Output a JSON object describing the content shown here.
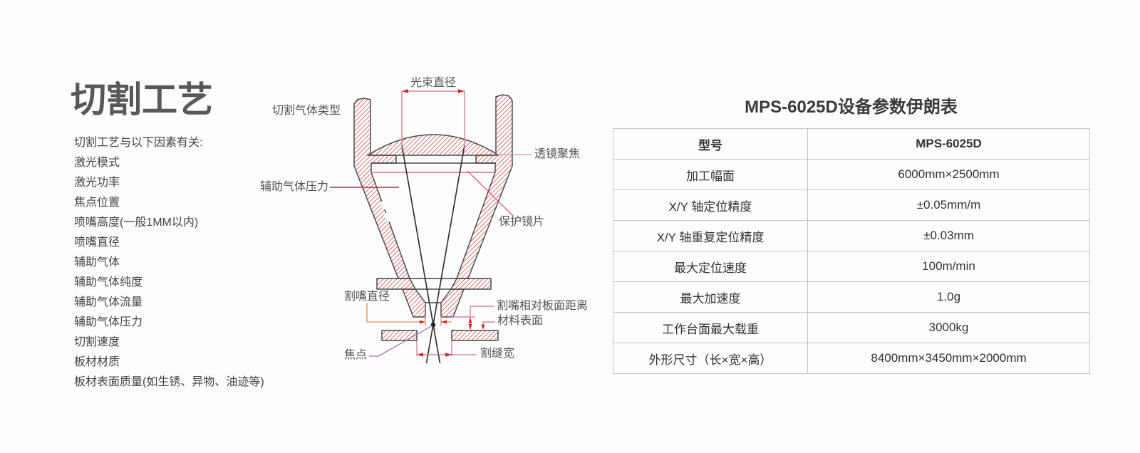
{
  "colors": {
    "title_gray": "#58585a",
    "text_gray": "#454545",
    "label_gray": "#555555",
    "outline": "#474747",
    "beam": "#333333",
    "hatch": "#cc2e2e",
    "leader_pink": "#c76f92",
    "leader_lightpink": "#d98fac",
    "leader_red": "#d4486a",
    "leader_maroon": "#8f3a5c",
    "leader_purple": "#a06a9e",
    "dim_orange": "#f0a070",
    "arrow_red": "#e02020",
    "table_border": "#c6c6c6"
  },
  "left_panel": {
    "title": "切割工艺",
    "intro": "切割工艺与以下因素有关:",
    "factors": [
      "激光模式",
      "激光功率",
      "焦点位置",
      "喷嘴高度(一般1MM以内)",
      "喷嘴直径",
      "辅助气体",
      "辅助气体纯度",
      "辅助气体流量",
      "辅助气体压力",
      "切割速度",
      "板材材质",
      "板材表面质量(如生锈、异物、油迹等)"
    ]
  },
  "diagram": {
    "labels": {
      "beam_diameter": "光束直径",
      "cutting_gas_type": "切割气体类型",
      "lens_focus": "透镜聚焦",
      "assist_gas_pressure": "辅助气体压力",
      "protective_lens": "保护镜片",
      "nozzle_diameter": "割嘴直径",
      "nozzle_to_plate_distance": "割嘴相对板面距离",
      "material_surface": "材料表面",
      "focus_point": "焦点",
      "kerf_width": "割缝宽"
    }
  },
  "spec_table": {
    "title": "MPS-6025D设备参数伊朗表",
    "header": {
      "param": "型号",
      "value": "MPS-6025D"
    },
    "rows": [
      {
        "param": "加工幅面",
        "value": "6000mm×2500mm"
      },
      {
        "param": "X/Y 轴定位精度",
        "value": "±0.05mm/m"
      },
      {
        "param": "X/Y 轴重复定位精度",
        "value": "±0.03mm"
      },
      {
        "param": "最大定位速度",
        "value": "100m/min"
      },
      {
        "param": "最大加速度",
        "value": "1.0g"
      },
      {
        "param": "工作台面最大载重",
        "value": "3000kg"
      },
      {
        "param": "外形尺寸（长×宽×高）",
        "value": "8400mm×3450mm×2000mm"
      }
    ]
  }
}
